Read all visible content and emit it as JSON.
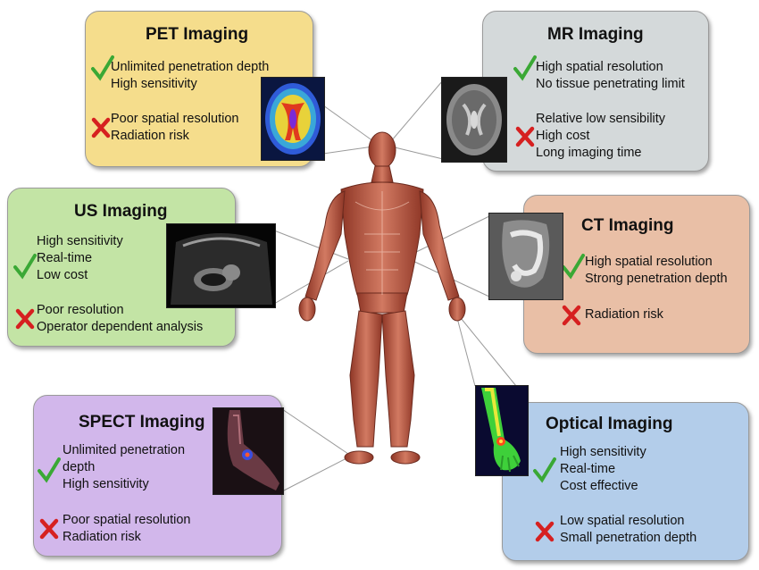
{
  "boxes": {
    "pet": {
      "title": "PET Imaging",
      "pros": [
        "Unlimited penetration depth",
        "High sensitivity"
      ],
      "cons": [
        "Poor spatial resolution",
        "Radiation risk"
      ],
      "color": "#f5dd8c"
    },
    "mr": {
      "title": "MR Imaging",
      "pros": [
        "High spatial resolution",
        "No tissue penetrating limit"
      ],
      "cons": [
        "Relative low sensibility",
        "High cost",
        "Long imaging time"
      ],
      "color": "#d4d9da"
    },
    "us": {
      "title": "US Imaging",
      "pros": [
        "High sensitivity",
        "Real-time",
        "Low cost"
      ],
      "cons": [
        "Poor resolution",
        "Operator dependent analysis"
      ],
      "color": "#c3e4a5"
    },
    "ct": {
      "title": "CT Imaging",
      "pros": [
        "High spatial resolution",
        "Strong penetration depth"
      ],
      "cons": [
        "Radiation risk"
      ],
      "color": "#e9bfa6"
    },
    "spect": {
      "title": "SPECT Imaging",
      "pros": [
        "Unlimited penetration",
        "depth",
        "High sensitivity"
      ],
      "cons": [
        "Poor spatial resolution",
        "Radiation risk"
      ],
      "color": "#d2b7eb"
    },
    "optical": {
      "title": "Optical Imaging",
      "pros": [
        "High sensitivity",
        "Real-time",
        "Cost effective"
      ],
      "cons": [
        "Low spatial resolution",
        "Small penetration depth"
      ],
      "color": "#b3cdea"
    }
  },
  "colors": {
    "check": "#3aa835",
    "cross": "#d62020",
    "muscle": "#c05a46",
    "connector": "#9a9a9a"
  }
}
